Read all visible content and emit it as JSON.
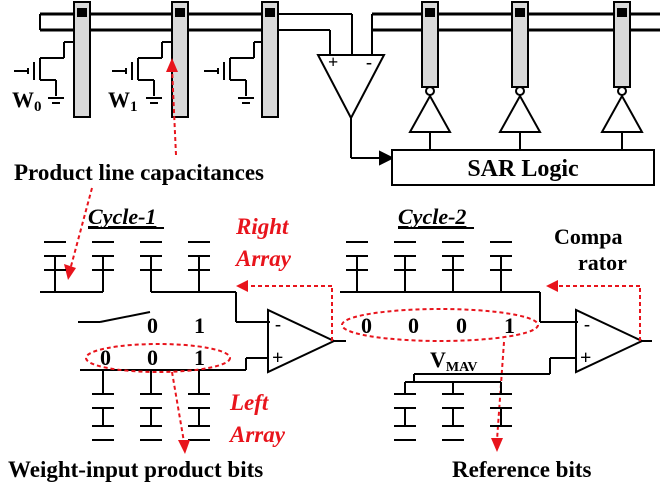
{
  "labels": {
    "w0": "W",
    "w0_sub": "0",
    "w1": "W",
    "w1_sub": "1",
    "product_line": "Product line capacitances",
    "sar_logic": "SAR Logic",
    "cycle1": "Cycle-1",
    "cycle2": "Cycle-2",
    "right_array_1": "Right",
    "right_array_2": "Array",
    "left_array_1": "Left",
    "left_array_2": "Array",
    "compa_1": "Compa",
    "compa_2": "rator",
    "vmav": "V",
    "vmav_sub": "MAV",
    "weight_input": "Weight-input product bits",
    "reference_bits": "Reference bits",
    "plus": "+",
    "minus": "-"
  },
  "bits": {
    "cycle1_right": [
      "0",
      "1"
    ],
    "cycle1_left": [
      "0",
      "0",
      "1"
    ],
    "cycle2_ref": [
      "0",
      "0",
      "0",
      "1"
    ]
  },
  "colors": {
    "annotation": "#e8141c",
    "line": "#000000",
    "column": "#d9d9d9"
  }
}
